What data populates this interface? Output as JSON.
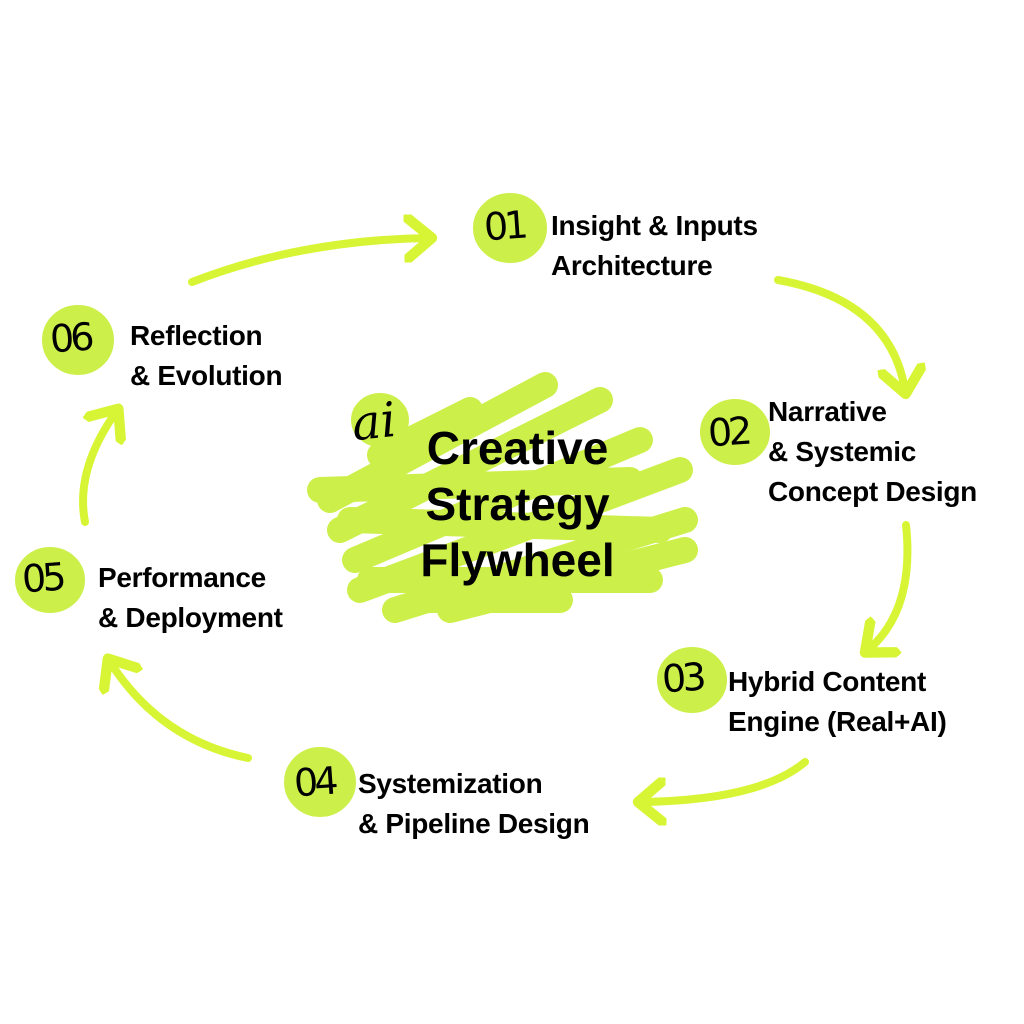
{
  "title": {
    "badge": "ai",
    "lines": [
      "Creative",
      "Strategy",
      "Flywheel"
    ]
  },
  "colors": {
    "accent": "#cdef4a",
    "arrow": "#d8f535",
    "text": "#000000"
  },
  "steps": [
    {
      "number": "01",
      "lines": [
        "Insight & Inputs",
        "Architecture"
      ]
    },
    {
      "number": "02",
      "lines": [
        "Narrative",
        "& Systemic",
        "Concept Design"
      ]
    },
    {
      "number": "03",
      "lines": [
        "Hybrid Content",
        "Engine (Real+AI)"
      ]
    },
    {
      "number": "04",
      "lines": [
        "Systemization",
        "& Pipeline Design"
      ]
    },
    {
      "number": "05",
      "lines": [
        "Performance",
        "& Deployment"
      ]
    },
    {
      "number": "06",
      "lines": [
        "Reflection",
        "& Evolution"
      ]
    }
  ]
}
